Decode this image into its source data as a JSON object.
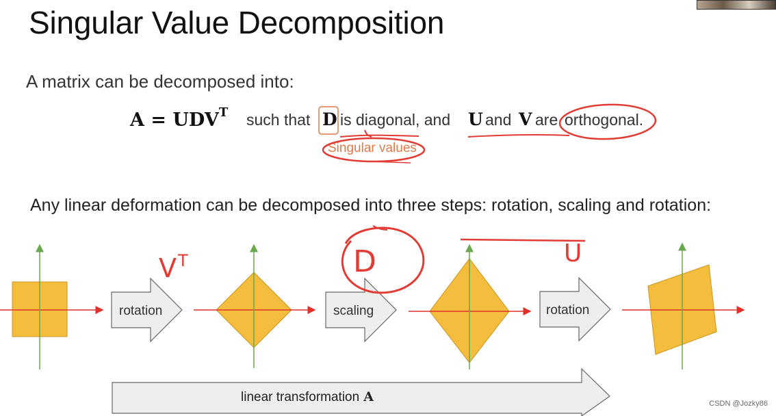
{
  "title": "Singular Value Decomposition",
  "intro": "A matrix can be decomposed into:",
  "equation": {
    "lhs": "A = UDV",
    "sup": "T"
  },
  "clause": {
    "such_that": "such that",
    "D": "D",
    "is_diagonal": "is diagonal, and",
    "U": "U",
    "and": "and",
    "V": "V",
    "are": "are",
    "orthogonal": "orthogonal."
  },
  "annotation_singular": "Singular values",
  "deformation_text": "Any linear deformation can be decomposed into three steps: rotation, scaling and rotation:",
  "steps": {
    "step1": "rotation",
    "step2": "scaling",
    "step3": "rotation"
  },
  "handwritten": {
    "vt": "V",
    "vt_sup": "T",
    "d": "D",
    "u": "U"
  },
  "linear_transformation": {
    "label": "linear transformation",
    "bold": "A"
  },
  "watermark": "CSDN @Jozky86",
  "colors": {
    "shape_fill": "#f5bd3d",
    "shape_stroke": "#c9951f",
    "axis_red": "#e0312b",
    "axis_green": "#6aa84f",
    "arrow_fill": "#eeeeee",
    "arrow_stroke": "#666666",
    "ink_red": "#e23b34",
    "accent_orange": "#e07a4a"
  }
}
